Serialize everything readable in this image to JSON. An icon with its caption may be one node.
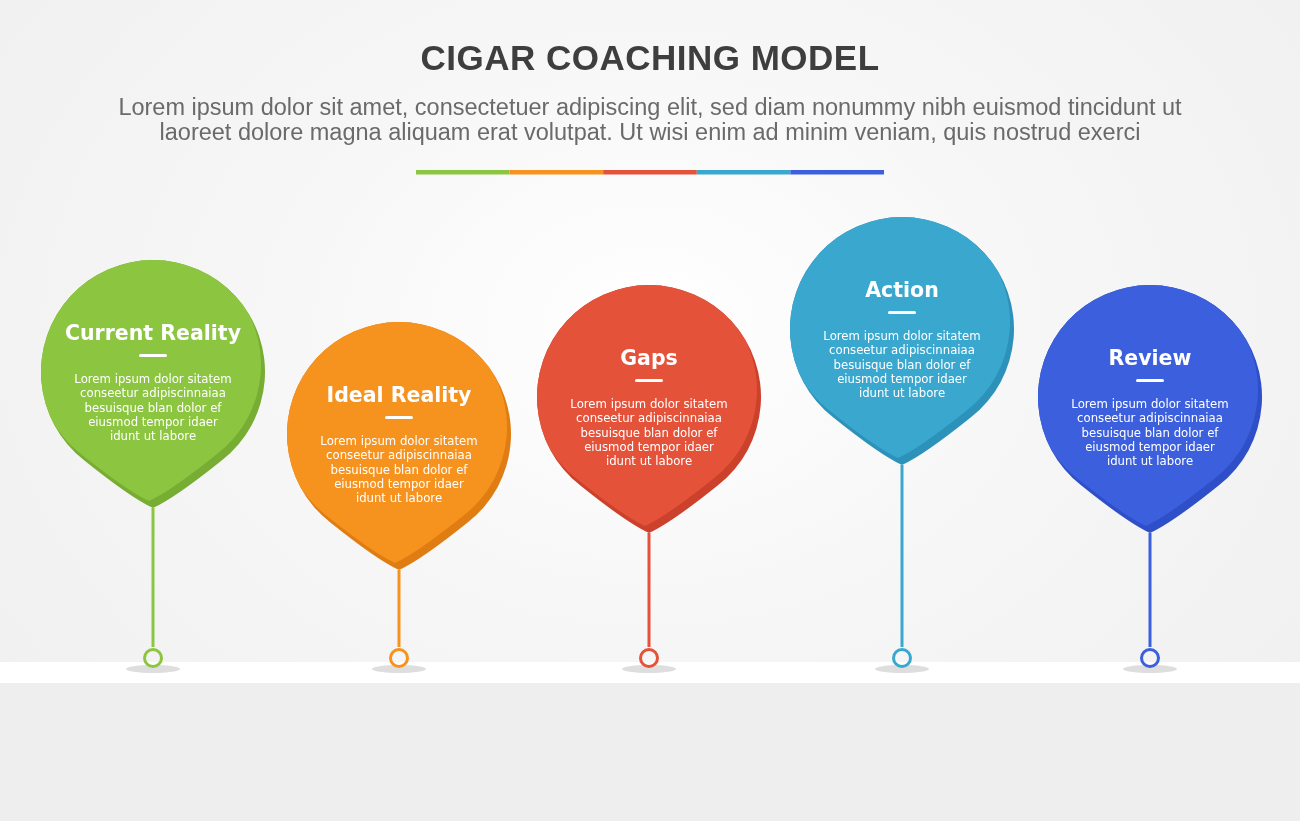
{
  "diagram": {
    "title": "CIGAR COACHING MODEL",
    "nodes": [
      {
        "text": [
          "Current Reality",
          "Lorem ipsum dolor sitatem conseetur adipiscinnaiaa besuisque blan dolor ef eiusmod tempor idaer idunt ut labore"
        ]
      },
      {
        "text": [
          "Ideal Reality",
          "Lorem ipsum dolor sitatem conseetur adipiscinnaiaa besuisque blan dolor ef eiusmod tempor idaer idunt ut labore"
        ]
      },
      {
        "text": [
          "Gaps",
          "Lorem ipsum dolor sitatem conseetur adipiscinnaiaa besuisque blan dolor ef eiusmod tempor idaer idunt ut labore"
        ]
      },
      {
        "text": [
          "Action",
          "Lorem ipsum dolor sitatem conseetur adipiscinnaiaa besuisque blan dolor ef eiusmod tempor idaer idunt ut labore"
        ]
      },
      {
        "text": [
          "Review",
          "Lorem ipsum dolor sitatem conseetur adipiscinnaiaa besuisque blan dolor ef eiusmod tempor idaer idunt ut labore"
        ]
      },
      {
        "text": [],
        "shape": "circle"
      },
      {
        "text": [],
        "shape": "circle"
      },
      {
        "text": [],
        "shape": "circle"
      },
      {
        "text": [],
        "shape": "circle"
      },
      {
        "text": [],
        "shape": "circle"
      }
    ],
    "edges": [
      {
        "from": 0,
        "to": 5,
        "arrow": "none",
        "color": "#8cc540"
      },
      {
        "from": 1,
        "to": 6,
        "arrow": "none",
        "color": "#f6921e"
      },
      {
        "from": 2,
        "to": 7,
        "arrow": "none",
        "color": "#e4523a"
      },
      {
        "from": 3,
        "to": 8,
        "arrow": "none",
        "color": "#3aa7cf"
      },
      {
        "from": 4,
        "to": 9,
        "arrow": "none",
        "color": "#3b5fdd"
      }
    ],
    "labels": [
      "Lorem ipsum dolor sit amet, consectetuer adipiscing elit, sed diam nonummy nibh euismod tincidunt ut laoreet dolore magna aliquam erat volutpat. Ut wisi enim ad minim veniam, quis nostrud exerci"
    ]
  }
}
